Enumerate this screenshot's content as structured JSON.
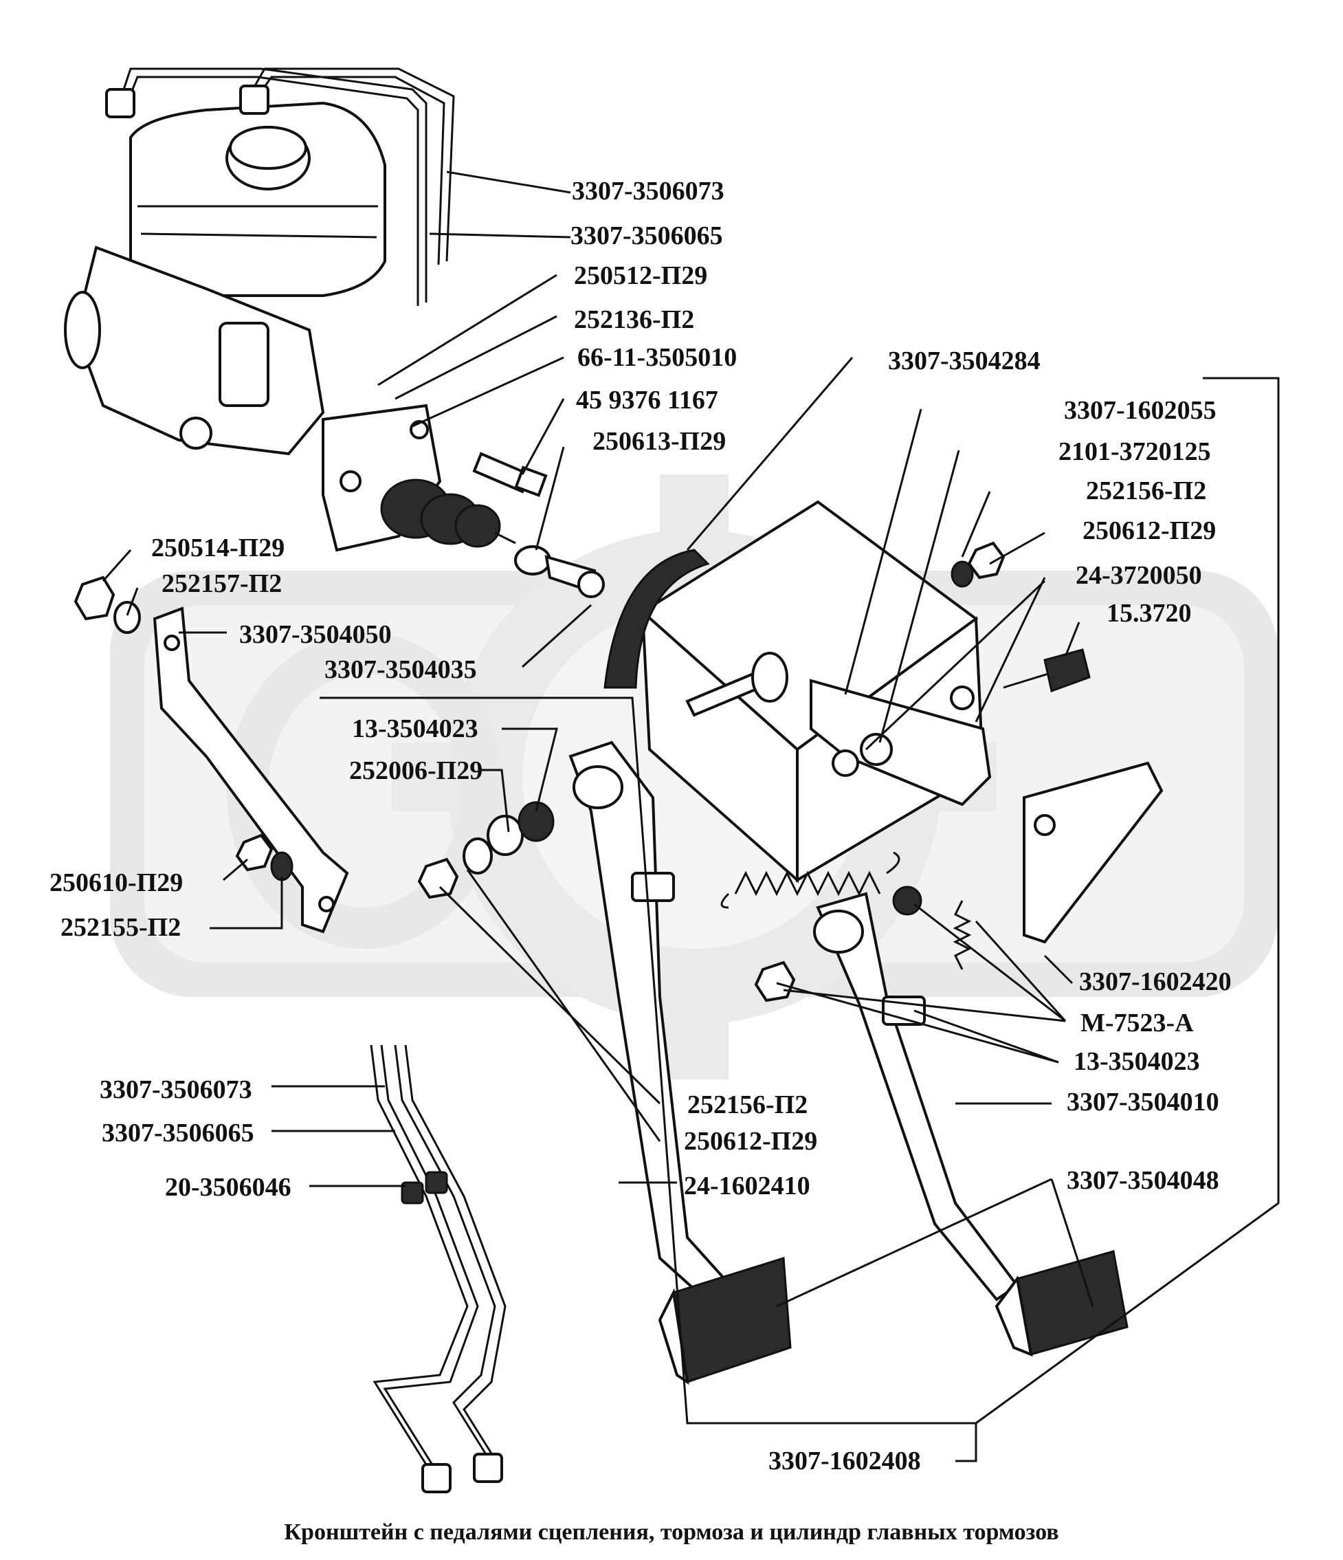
{
  "diagram": {
    "caption": "Кронштейн с педалями сцепления, тормоза и цилиндр главных тормозов",
    "labels": [
      {
        "id": "l01",
        "text": "3307-3506073"
      },
      {
        "id": "l02",
        "text": "3307-3506065"
      },
      {
        "id": "l03",
        "text": "250512-П29"
      },
      {
        "id": "l04",
        "text": "252136-П2"
      },
      {
        "id": "l05",
        "text": "66-11-3505010"
      },
      {
        "id": "l06",
        "text": "45 9376 1167"
      },
      {
        "id": "l07",
        "text": "250613-П29"
      },
      {
        "id": "l08",
        "text": "3307-3504284"
      },
      {
        "id": "l09",
        "text": "3307-1602055"
      },
      {
        "id": "l10",
        "text": "2101-3720125"
      },
      {
        "id": "l11",
        "text": "252156-П2"
      },
      {
        "id": "l12",
        "text": "250612-П29"
      },
      {
        "id": "l13",
        "text": "24-3720050"
      },
      {
        "id": "l14",
        "text": "15.3720"
      },
      {
        "id": "l15",
        "text": "250514-П29"
      },
      {
        "id": "l16",
        "text": "252157-П2"
      },
      {
        "id": "l17",
        "text": "3307-3504050"
      },
      {
        "id": "l18",
        "text": "3307-3504035"
      },
      {
        "id": "l19",
        "text": "13-3504023"
      },
      {
        "id": "l20",
        "text": "252006-П29"
      },
      {
        "id": "l21",
        "text": "250610-П29"
      },
      {
        "id": "l22",
        "text": "252155-П2"
      },
      {
        "id": "l23",
        "text": "3307-1602420"
      },
      {
        "id": "l24",
        "text": "М-7523-А"
      },
      {
        "id": "l25",
        "text": "13-3504023"
      },
      {
        "id": "l26",
        "text": "3307-3504010"
      },
      {
        "id": "l27",
        "text": "3307-3506073"
      },
      {
        "id": "l28",
        "text": "3307-3506065"
      },
      {
        "id": "l29",
        "text": "20-3506046"
      },
      {
        "id": "l30",
        "text": "252156-П2"
      },
      {
        "id": "l31",
        "text": "250612-П29"
      },
      {
        "id": "l32",
        "text": "24-1602410"
      },
      {
        "id": "l33",
        "text": "3307-3504048"
      },
      {
        "id": "l34",
        "text": "3307-1602408"
      }
    ]
  }
}
